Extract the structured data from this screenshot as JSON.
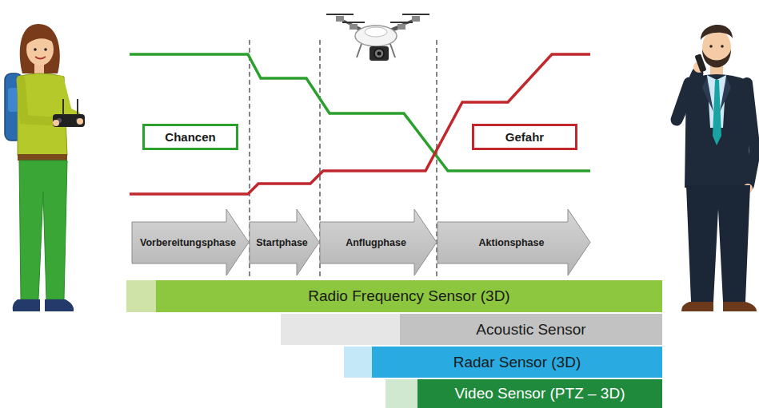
{
  "diagram": {
    "nodes": [
      {
        "text": [
          "Chancen"
        ]
      },
      {
        "text": [
          "Gefahr"
        ]
      },
      {
        "text": [
          "Vorbereitungsphase"
        ]
      },
      {
        "text": [
          "Startphase"
        ]
      },
      {
        "text": [
          "Anflugphase"
        ]
      },
      {
        "text": [
          "Aktionsphase"
        ]
      },
      {
        "text": [
          "Radio Frequency Sensor (3D)"
        ]
      },
      {
        "text": [
          "Acoustic Sensor"
        ]
      },
      {
        "text": [
          "Radar Sensor (3D)"
        ]
      },
      {
        "text": [
          "Video Sensor (PTZ – 3D)"
        ]
      }
    ]
  }
}
